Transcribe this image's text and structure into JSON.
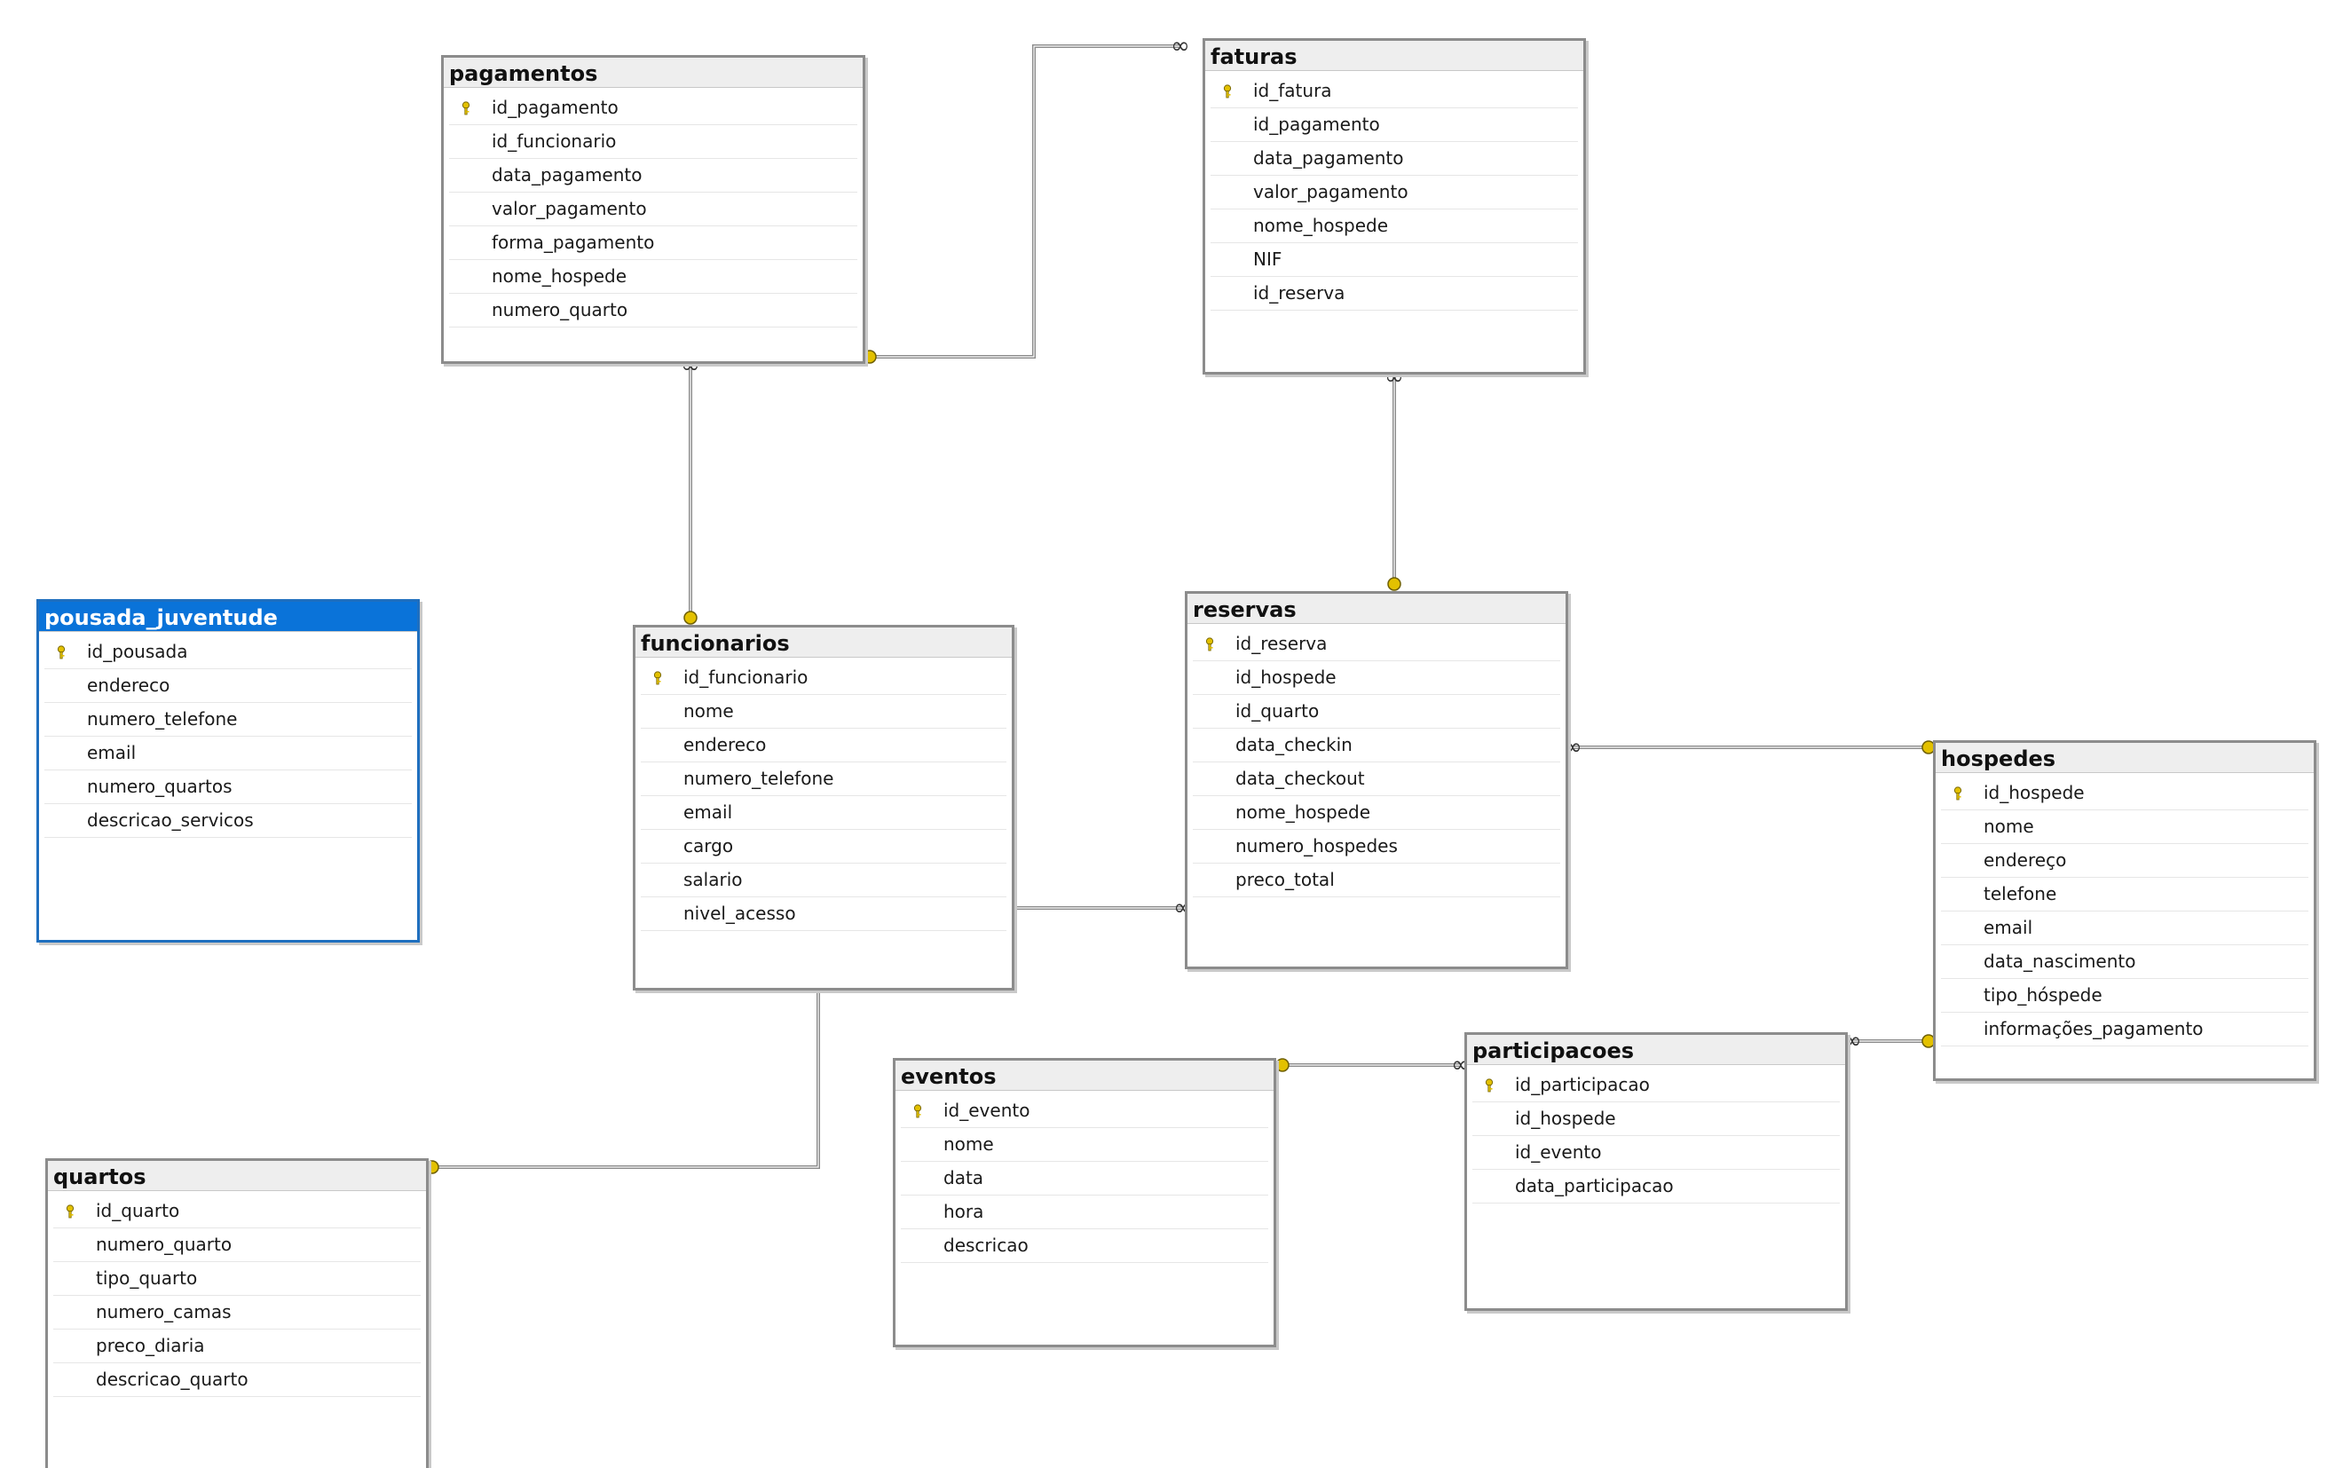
{
  "colors": {
    "accent": "#0a73d9",
    "key": "#e0c000",
    "line": "#808080"
  },
  "icons": {
    "primary_key": "key-icon",
    "link_end_many": "infinity-icon",
    "link_end_one": "key-icon"
  },
  "tables": {
    "pagamentos": {
      "title": "pagamentos",
      "columns": [
        "id_pagamento",
        "id_funcionario",
        "data_pagamento",
        "valor_pagamento",
        "forma_pagamento",
        "nome_hospede",
        "numero_quarto"
      ]
    },
    "faturas": {
      "title": "faturas",
      "columns": [
        "id_fatura",
        "id_pagamento",
        "data_pagamento",
        "valor_pagamento",
        "nome_hospede",
        "NIF",
        "id_reserva"
      ]
    },
    "pousada_juventude": {
      "title": "pousada_juventude",
      "columns": [
        "id_pousada",
        "endereco",
        "numero_telefone",
        "email",
        "numero_quartos",
        "descricao_servicos"
      ]
    },
    "funcionarios": {
      "title": "funcionarios",
      "columns": [
        "id_funcionario",
        "nome",
        "endereco",
        "numero_telefone",
        "email",
        "cargo",
        "salario",
        "nivel_acesso"
      ]
    },
    "reservas": {
      "title": "reservas",
      "columns": [
        "id_reserva",
        "id_hospede",
        "id_quarto",
        "data_checkin",
        "data_checkout",
        "nome_hospede",
        "numero_hospedes",
        "preco_total"
      ]
    },
    "hospedes": {
      "title": "hospedes",
      "columns": [
        "id_hospede",
        "nome",
        "endereço",
        "telefone",
        "email",
        "data_nascimento",
        "tipo_hóspede",
        "informações_pagamento"
      ]
    },
    "quartos": {
      "title": "quartos",
      "columns": [
        "id_quarto",
        "numero_quarto",
        "tipo_quarto",
        "numero_camas",
        "preco_diaria",
        "descricao_quarto"
      ]
    },
    "eventos": {
      "title": "eventos",
      "columns": [
        "id_evento",
        "nome",
        "data",
        "hora",
        "descricao"
      ]
    },
    "participacoes": {
      "title": "participacoes",
      "columns": [
        "id_participacao",
        "id_hospede",
        "id_evento",
        "data_participacao"
      ]
    }
  },
  "relationships": [
    {
      "from": "faturas",
      "to": "pagamentos"
    },
    {
      "from": "pagamentos",
      "to": "funcionarios"
    },
    {
      "from": "faturas",
      "to": "reservas"
    },
    {
      "from": "reservas",
      "to": "hospedes"
    },
    {
      "from": "reservas",
      "to": "funcionarios"
    },
    {
      "from": "funcionarios",
      "to": "quartos"
    },
    {
      "from": "participacoes",
      "to": "eventos"
    },
    {
      "from": "participacoes",
      "to": "hospedes"
    }
  ]
}
